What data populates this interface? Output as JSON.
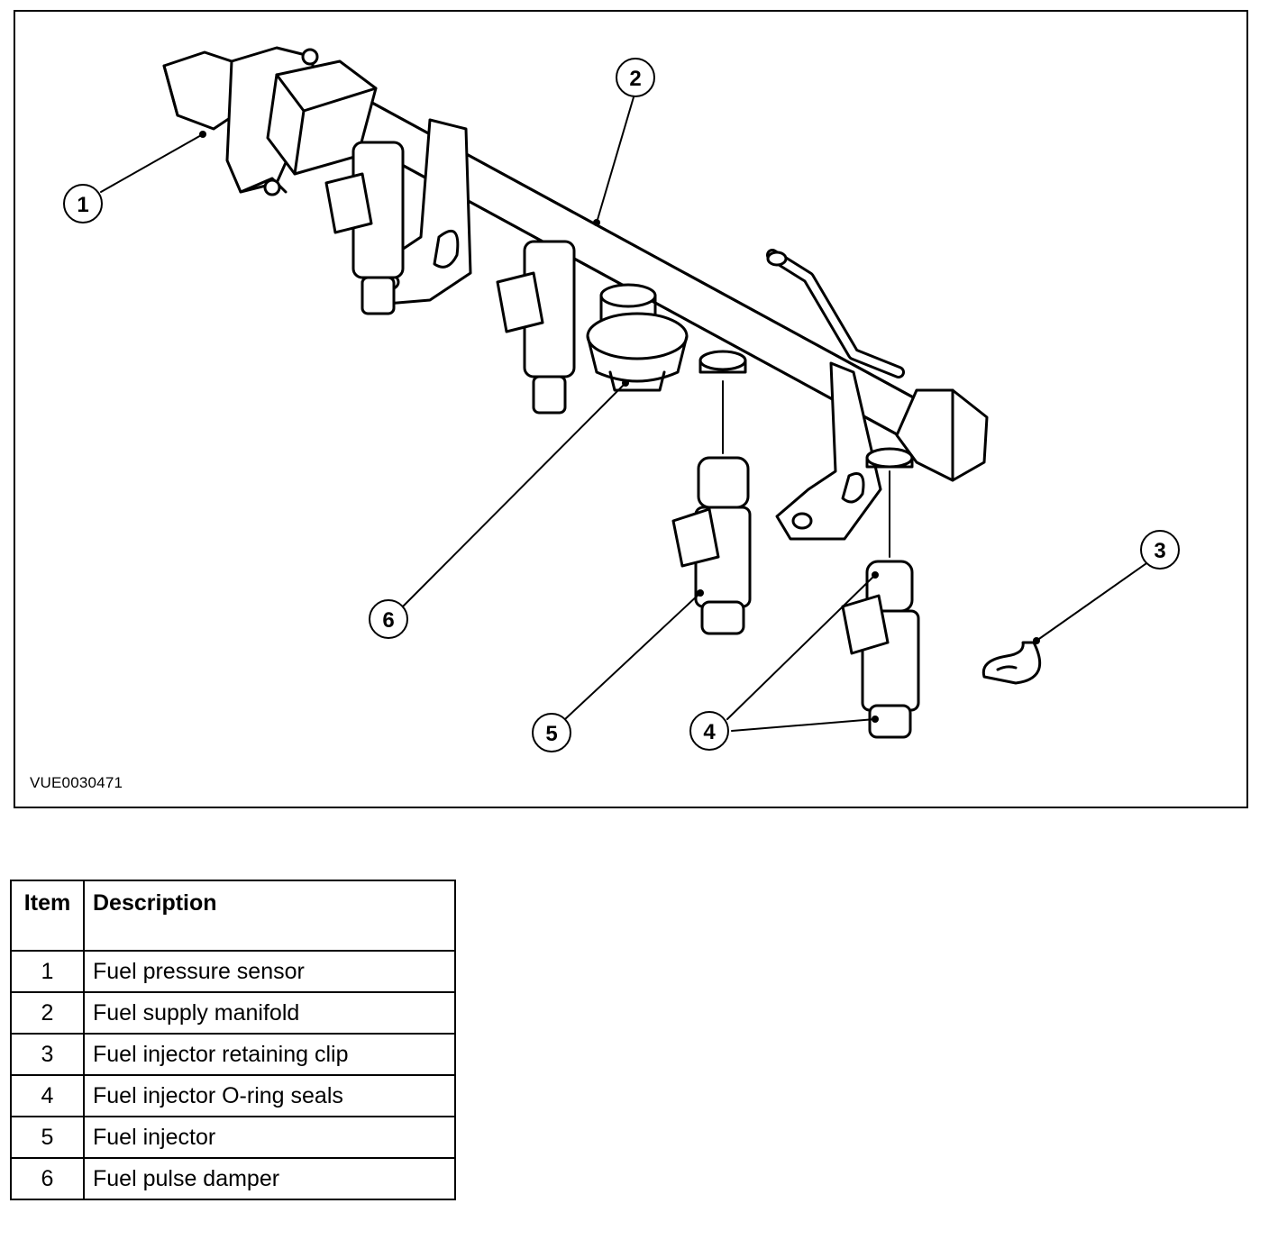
{
  "figure": {
    "id": "VUE0030471",
    "callouts": [
      "1",
      "2",
      "3",
      "4",
      "5",
      "6"
    ]
  },
  "legend": {
    "headers": {
      "item": "Item",
      "description": "Description"
    },
    "rows": [
      {
        "item": "1",
        "description": "Fuel pressure sensor"
      },
      {
        "item": "2",
        "description": "Fuel supply manifold"
      },
      {
        "item": "3",
        "description": "Fuel injector retaining clip"
      },
      {
        "item": "4",
        "description": "Fuel injector O-ring seals"
      },
      {
        "item": "5",
        "description": "Fuel injector"
      },
      {
        "item": "6",
        "description": "Fuel pulse damper"
      }
    ]
  }
}
